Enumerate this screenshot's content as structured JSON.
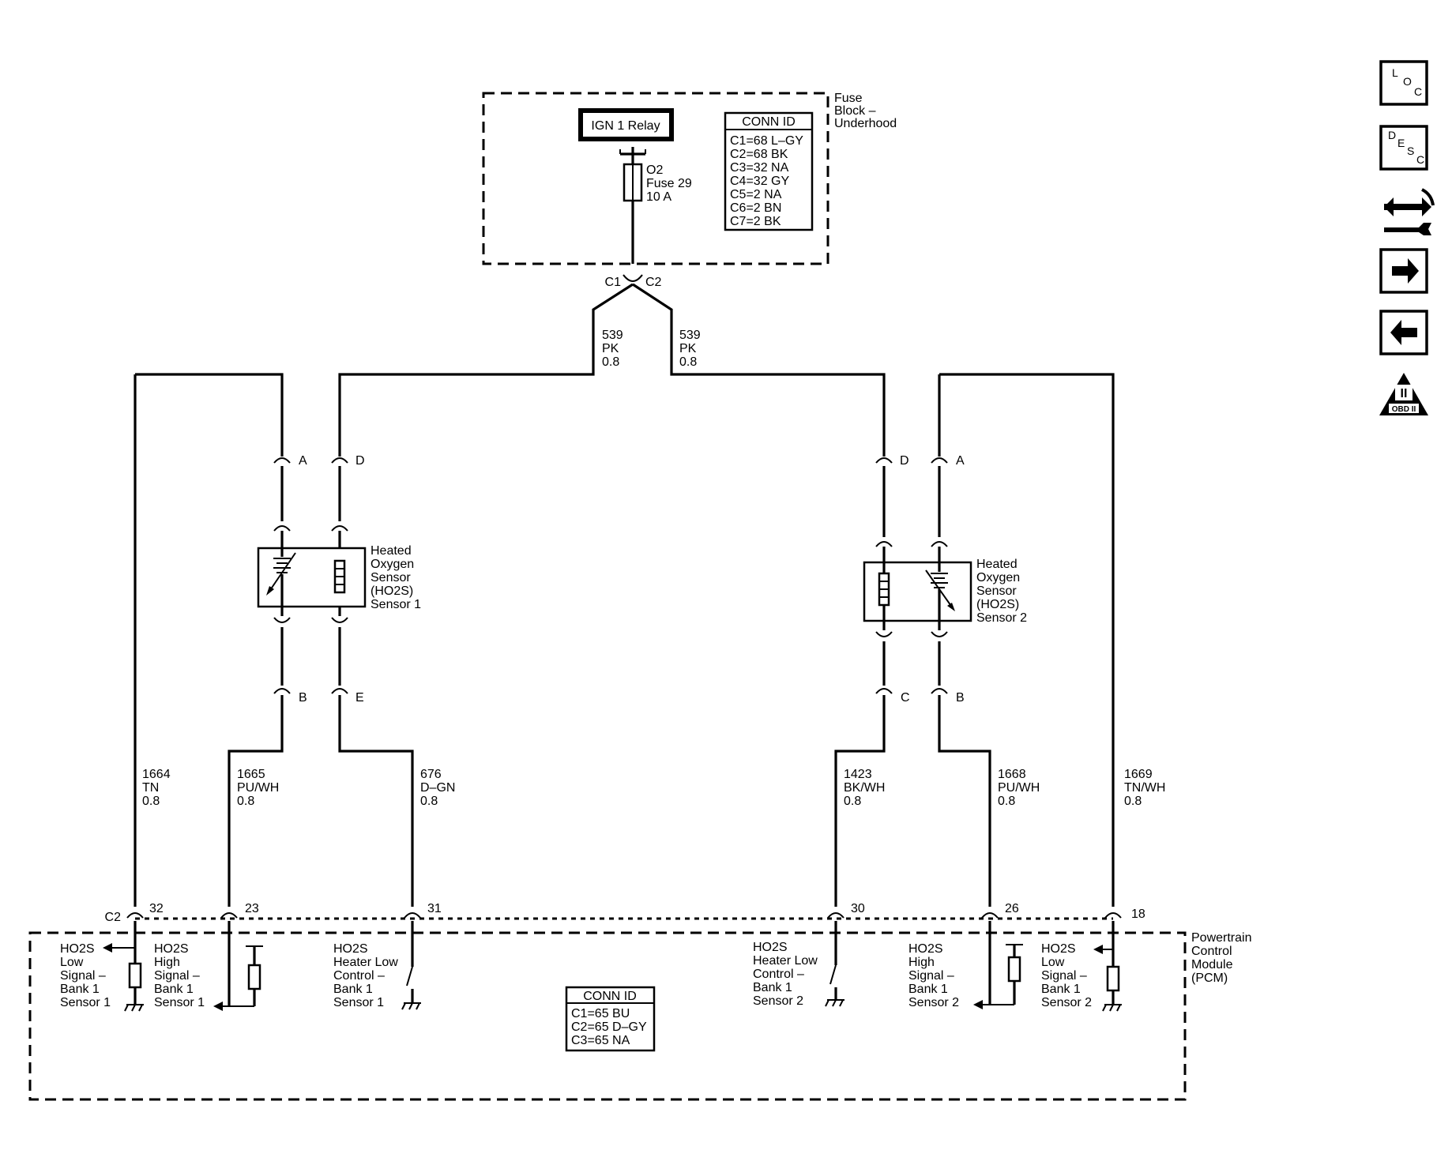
{
  "fuse_block": {
    "name": [
      "Fuse",
      "Block –",
      "Underhood"
    ],
    "relay_label": "IGN 1 Relay",
    "fuse_label": [
      "O2",
      "Fuse 29",
      "10 A"
    ],
    "conn_id": {
      "title": "CONN ID",
      "rows": [
        "C1=68 L–GY",
        "C2=68 BK",
        "C3=32 NA",
        "C4=32 GY",
        "C5=2 NA",
        "C6=2 BN",
        "C7=2 BK"
      ]
    },
    "connector_left": "C1",
    "connector_right": "C2"
  },
  "feed_wires": {
    "left": [
      "539",
      "PK",
      "0.8"
    ],
    "right": [
      "539",
      "PK",
      "0.8"
    ]
  },
  "sensor1": {
    "name": [
      "Heated",
      "Oxygen",
      "Sensor",
      "(HO2S)",
      "Sensor 1"
    ],
    "pin_top_a": "A",
    "pin_top_d": "D",
    "pin_bottom_b": "B",
    "pin_bottom_e": "E"
  },
  "sensor2": {
    "name": [
      "Heated",
      "Oxygen",
      "Sensor",
      "(HO2S)",
      "Sensor 2"
    ],
    "pin_top_d": "D",
    "pin_top_a": "A",
    "pin_bottom_c": "C",
    "pin_bottom_b": "B"
  },
  "circuits": {
    "c1664": [
      "1664",
      "TN",
      "0.8"
    ],
    "c1665": [
      "1665",
      "PU/WH",
      "0.8"
    ],
    "c676": [
      "676",
      "D–GN",
      "0.8"
    ],
    "c1423": [
      "1423",
      "BK/WH",
      "0.8"
    ],
    "c1668": [
      "1668",
      "PU/WH",
      "0.8"
    ],
    "c1669": [
      "1669",
      "TN/WH",
      "0.8"
    ]
  },
  "pcm": {
    "name": [
      "Powertrain",
      "Control",
      "Module",
      "(PCM)"
    ],
    "connector": "C2",
    "pins": [
      "32",
      "23",
      "31",
      "30",
      "26",
      "18"
    ],
    "conn_id": {
      "title": "CONN ID",
      "rows": [
        "C1=65 BU",
        "C2=65 D–GY",
        "C3=65 NA"
      ]
    },
    "signals": {
      "s1": [
        "HO2S",
        "Low",
        "Signal –",
        "Bank 1",
        "Sensor 1"
      ],
      "s2": [
        "HO2S",
        "High",
        "Signal –",
        "Bank 1",
        "Sensor 1"
      ],
      "s3": [
        "HO2S",
        "Heater Low",
        "Control –",
        "Bank 1",
        "Sensor 1"
      ],
      "s4": [
        "HO2S",
        "Heater Low",
        "Control –",
        "Bank 1",
        "Sensor 2"
      ],
      "s5": [
        "HO2S",
        "High",
        "Signal –",
        "Bank 1",
        "Sensor 2"
      ],
      "s6": [
        "HO2S",
        "Low",
        "Signal –",
        "Bank 1",
        "Sensor 2"
      ]
    }
  },
  "nav": {
    "loc": [
      "L",
      "O",
      "C"
    ],
    "desc": [
      "D",
      "E",
      "S",
      "C"
    ],
    "obd": "OBD II",
    "obd_numeral": "II",
    "icons": [
      "loc-icon",
      "desc-icon",
      "wrench-swap-icon",
      "arrow-right-icon",
      "arrow-left-icon",
      "obd-ii-icon"
    ]
  }
}
